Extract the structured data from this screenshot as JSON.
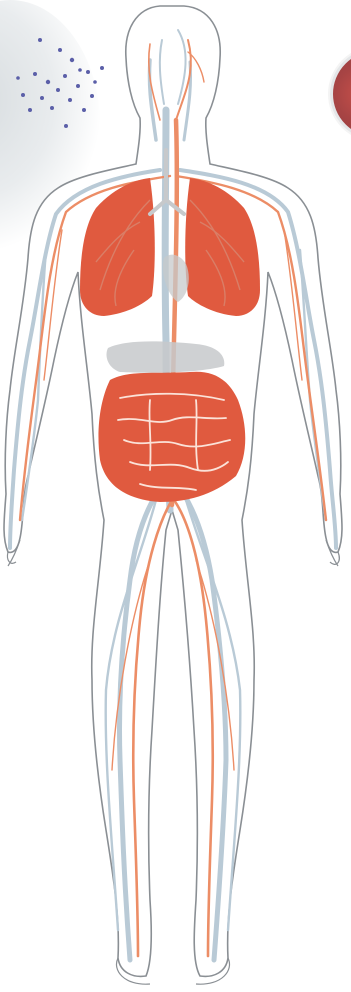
{
  "colors": {
    "body_outline": "#8a8f94",
    "body_fill": "#ffffff",
    "vein": "#b9cad6",
    "artery": "#ec8d66",
    "organ": "#e05a3f",
    "organ_dark": "#c94b34",
    "stomach": "#c7c9cb",
    "particles": "#5b5fa8",
    "inset_circle": "#b14a48"
  },
  "organs": [
    "lungs",
    "stomach",
    "intestines",
    "heart"
  ],
  "icons": [
    "particle-cloud",
    "inset-cell-view"
  ]
}
